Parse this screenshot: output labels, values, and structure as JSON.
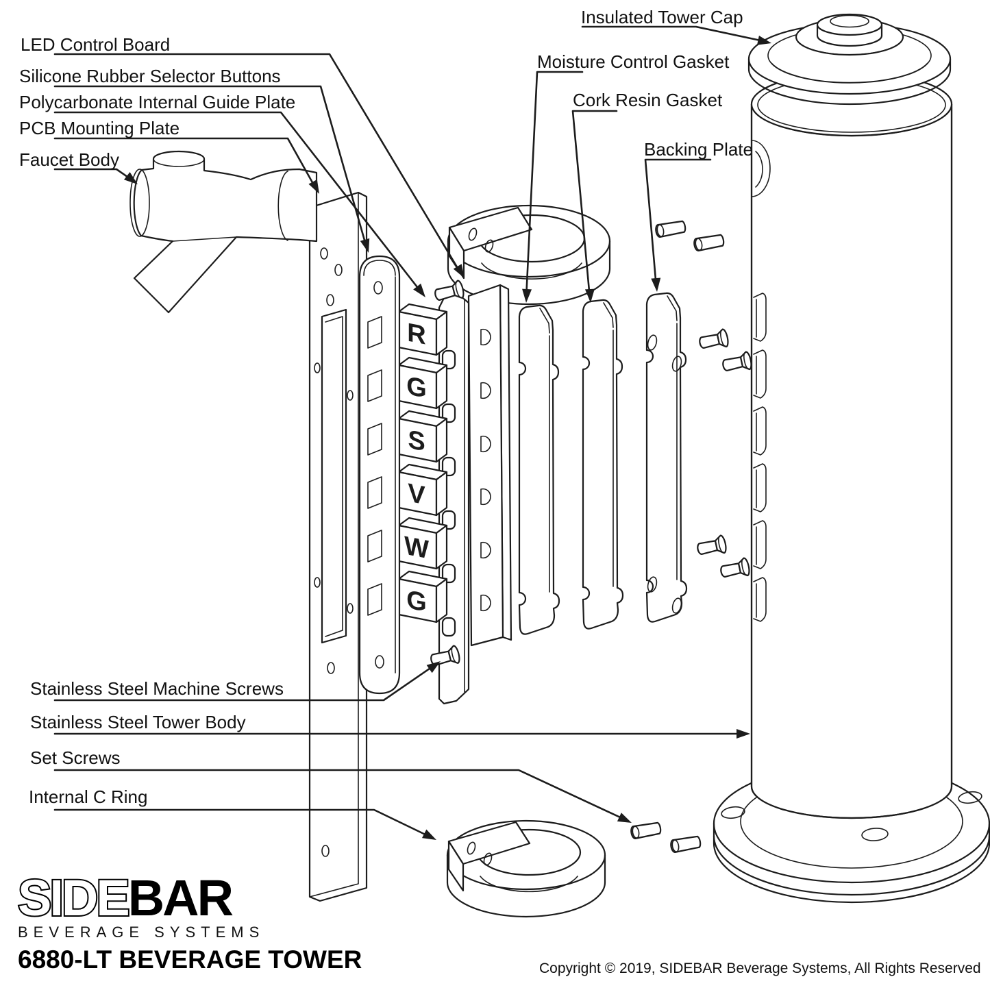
{
  "colors": {
    "background": "#ffffff",
    "line": "#1c1c1c"
  },
  "part_labels": {
    "led_control_board": "LED Control Board",
    "silicone_rubber_selector_buttons": "Silicone Rubber Selector Buttons",
    "polycarbonate_internal_guide_plate": "Polycarbonate Internal Guide Plate",
    "pcb_mounting_plate": "PCB Mounting Plate",
    "faucet_body": "Faucet Body",
    "insulated_tower_cap": "Insulated Tower Cap",
    "moisture_control_gasket": "Moisture Control Gasket",
    "cork_resin_gasket": "Cork Resin Gasket",
    "backing_plate": "Backing Plate",
    "stainless_steel_machine_screws": "Stainless Steel Machine Screws",
    "stainless_steel_tower_body": "Stainless Steel Tower Body",
    "set_screws": "Set Screws",
    "internal_c_ring": "Internal C Ring"
  },
  "selector_button_letters": [
    "R",
    "G",
    "S",
    "V",
    "W",
    "G"
  ],
  "branding": {
    "logo_side": "SIDE",
    "logo_bar": "BAR",
    "logo_subtitle": "BEVERAGE SYSTEMS",
    "product_title": "6880-LT BEVERAGE TOWER"
  },
  "footer": {
    "copyright": "Copyright © 2019, SIDEBAR Beverage Systems, All Rights Reserved"
  }
}
